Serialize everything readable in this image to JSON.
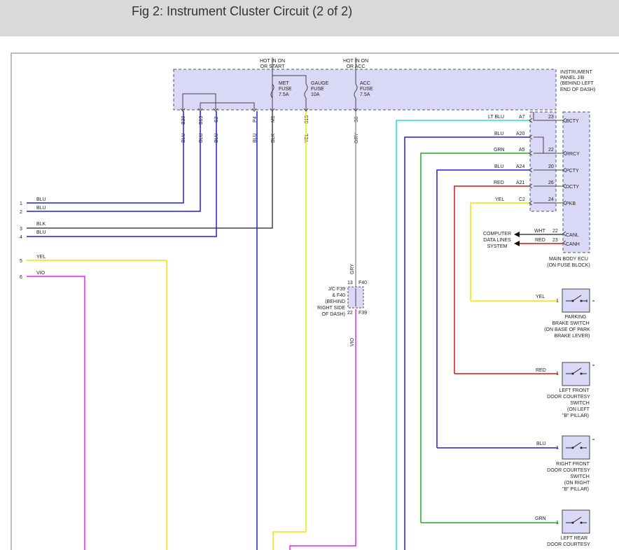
{
  "title": "Fig 2: Instrument Cluster Circuit (2 of 2)",
  "colors": {
    "blue": "#1f1fd8",
    "black": "#444444",
    "yellow": "#e8e800",
    "violet": "#ee22ee",
    "gray": "#9a9a9a",
    "cyan": "#22dddd",
    "green": "#22aa22",
    "red": "#dd1111",
    "box_fill": "#d9d9f7"
  },
  "fuses": [
    {
      "name": "MET\nFUSE\n7.5A",
      "hot": "HOT IN ON\nOR START"
    },
    {
      "name": "GAUGE\nFUSE\n10A",
      "hot": ""
    },
    {
      "name": "ACC\nFUSE\n7.5A",
      "hot": "HOT IN ON\nOR ACC"
    }
  ],
  "labels": {
    "hot_on_start_1": "HOT IN ON",
    "hot_on_start_2": "OR START",
    "hot_on_acc_1": "HOT IN ON",
    "hot_on_acc_2": "OR ACC",
    "met_1": "MET",
    "met_2": "FUSE",
    "met_3": "7.5A",
    "gauge_1": "GAUGE",
    "gauge_2": "FUSE",
    "gauge_3": "10A",
    "acc_1": "ACC",
    "acc_2": "FUSE",
    "acc_3": "7.5A",
    "ipjb_1": "INSTRUMENT",
    "ipjb_2": "PANEL J/B",
    "ipjb_3": "(BEHIND LEFT",
    "ipjb_4": "END OF DASH)",
    "ecu_1": "MAIN BODY ECU",
    "ecu_2": "(ON FUSE BLOCK)",
    "comp_1": "COMPUTER",
    "comp_2": "DATA LINES",
    "comp_3": "SYSTEM",
    "jc_1": "J/C F39",
    "jc_2": "& F40",
    "jc_3": "(BEHIND",
    "jc_4": "RIGHT SIDE",
    "jc_5": "OF DASH)",
    "jc_f40": "F40",
    "jc_f39": "F39",
    "jc_13": "13",
    "jc_22": "22"
  },
  "jb_pins": [
    "B30",
    "B13",
    "S2",
    "P4",
    "M1",
    "S15",
    "S6"
  ],
  "jb_wire_colors": [
    "BLU",
    "BLU",
    "BLU",
    "BLU",
    "BLK",
    "YEL",
    "GRY"
  ],
  "left_wires": [
    {
      "num": "1",
      "color": "BLU"
    },
    {
      "num": "2",
      "color": "BLU"
    },
    {
      "num": "3",
      "color": "BLK"
    },
    {
      "num": "4",
      "color": "BLU"
    },
    {
      "num": "5",
      "color": "YEL"
    },
    {
      "num": "6",
      "color": "VIO"
    }
  ],
  "ecu_rows": [
    {
      "wire": "LT BLU",
      "pin": "A7",
      "num": "23",
      "term": "BCTY"
    },
    {
      "wire": "BLU",
      "pin": "A20",
      "num": "",
      "term": ""
    },
    {
      "wire": "GRN",
      "pin": "A5",
      "num": "22",
      "term": "RRCY"
    },
    {
      "wire": "BLU",
      "pin": "A24",
      "num": "20",
      "term": "PCTY"
    },
    {
      "wire": "RED",
      "pin": "A21",
      "num": "26",
      "term": "DCTY"
    },
    {
      "wire": "YEL",
      "pin": "C2",
      "num": "24",
      "term": "PKB"
    }
  ],
  "can_rows": [
    {
      "wire": "WHT",
      "num": "22",
      "term": "CANL"
    },
    {
      "wire": "RED",
      "num": "23",
      "term": "CANH"
    }
  ],
  "gry_wire": "GRY",
  "vio_wire": "VIO",
  "switches": [
    {
      "wire": "YEL",
      "pin": "1",
      "lines": [
        "PARKING",
        "BRAKE SWITCH",
        "(ON BASE OF PARK",
        "BRAKE LEVER)"
      ]
    },
    {
      "wire": "RED",
      "pin": "1",
      "lines": [
        "LEFT FRONT",
        "DOOR COURTESY",
        "SWITCH",
        "(ON LEFT",
        "\"B\" PILLAR)"
      ]
    },
    {
      "wire": "BLU",
      "pin": "1",
      "lines": [
        "RIGHT FRONT",
        "DOOR COURTESY",
        "SWITCH",
        "(ON RIGHT",
        "\"B\" PILLAR)"
      ]
    },
    {
      "wire": "GRN",
      "pin": "1",
      "lines": [
        "LEFT REAR",
        "DOOR COURTESY"
      ]
    }
  ]
}
